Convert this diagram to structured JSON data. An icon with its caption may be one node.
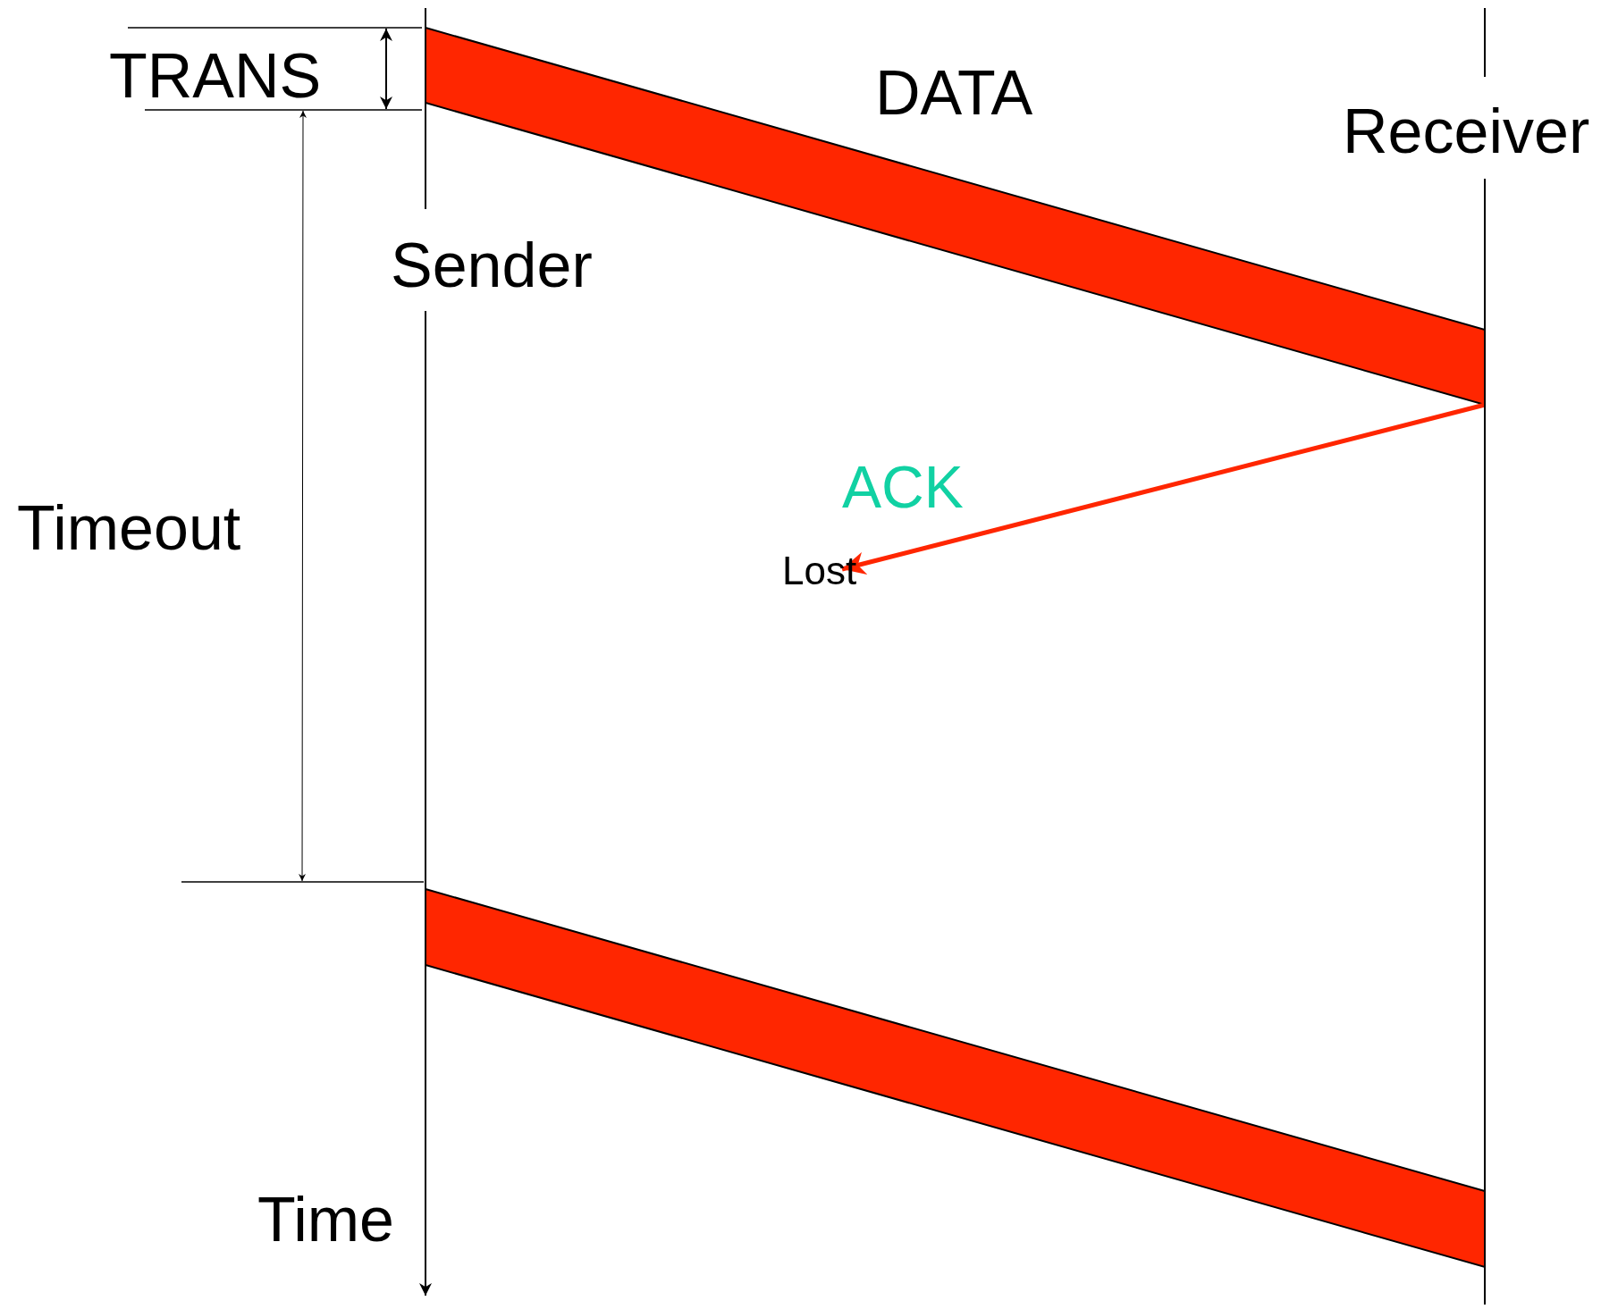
{
  "diagram": {
    "nodes": [
      {
        "text": [
          "Sender"
        ]
      },
      {
        "text": [
          "Receiver"
        ]
      },
      {
        "text": [
          "Lost"
        ]
      }
    ],
    "edges": [
      {
        "from": 0,
        "to": 1,
        "arrow": "none",
        "label": "DATA",
        "style": "thick"
      },
      {
        "from": 1,
        "to": 2,
        "arrow": "to",
        "label": "ACK"
      },
      {
        "from": 0,
        "to": 1,
        "arrow": "none",
        "style": "thick"
      }
    ],
    "labels": [
      "TRANS",
      "Timeout",
      "Time"
    ]
  }
}
